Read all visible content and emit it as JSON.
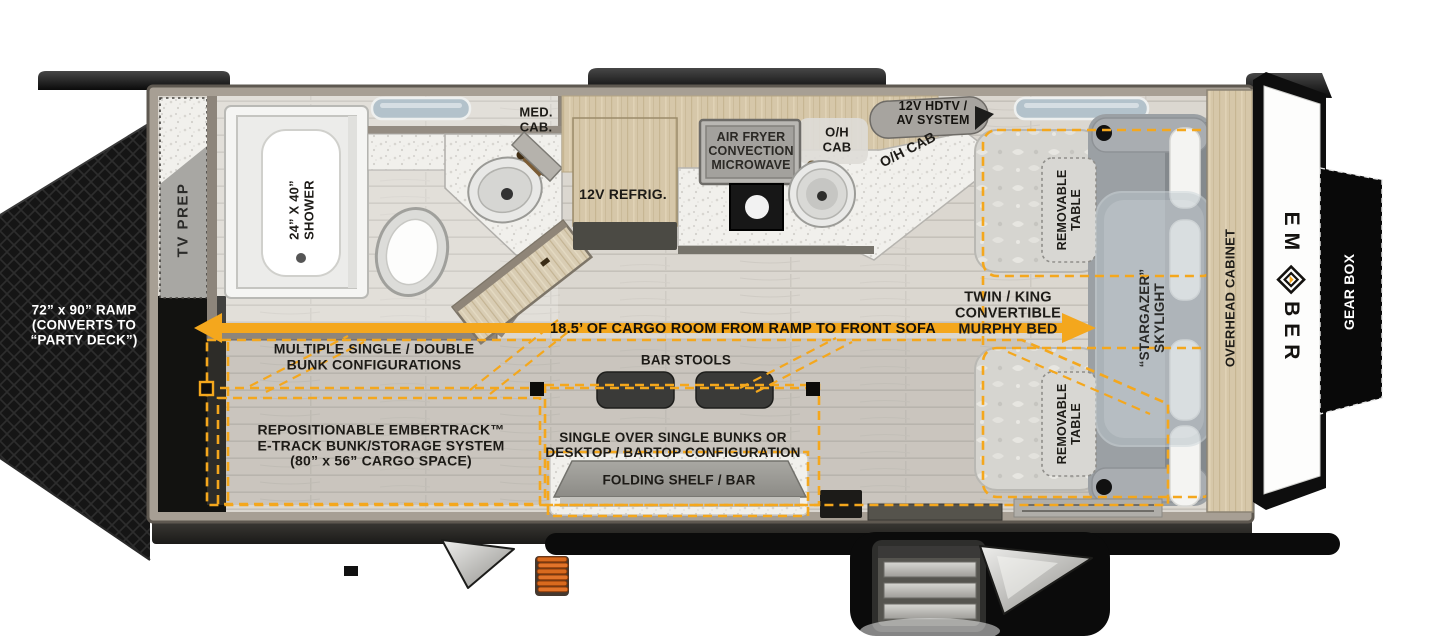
{
  "colors": {
    "accent": "#F4A71D",
    "label": "#1d1b17",
    "ramp_black": "#161616",
    "floor_wood": "#dbd7d0",
    "cabinet_wood": "#d6c7a9",
    "counter_speckle": "#f1f0ec"
  },
  "labels": {
    "ramp": "72” x 90” RAMP\n(CONVERTS TO\n“PARTY DECK”)",
    "tv_prep": "TV PREP",
    "shower": "24” X 40”\nSHOWER",
    "med_cab": "MED.\nCAB.",
    "refrig": "12V REFRIG.",
    "microwave": "AIR FRYER\nCONVECTION\nMICROWAVE",
    "oh_cab_hood": "O/H\nCAB",
    "oh_cab_diag": "O/H CAB",
    "hdtv": "12V HDTV /\nAV SYSTEM",
    "cargo_arrow": "18.5’ OF CARGO ROOM FROM RAMP TO FRONT SOFA",
    "bunk_config": "MULTIPLE SINGLE / DOUBLE\nBUNK CONFIGURATIONS",
    "embertrack": "REPOSITIONABLE EMBERTRACK™\nE-TRACK BUNK/STORAGE SYSTEM\n(80” x 56” CARGO SPACE)",
    "bar_stools": "BAR STOOLS",
    "single_bunks": "SINGLE OVER SINGLE BUNKS OR\nDESKTOP / BARTOP CONFIGURATION",
    "folding_shelf": "FOLDING SHELF / BAR",
    "murphy": "TWIN / KING\nCONVERTIBLE\nMURPHY BED",
    "removable_table": "REMOVABLE\nTABLE",
    "skylight": "“STARGAZER”\nSKYLIGHT",
    "overhead_cabinet": "OVERHEAD CABINET",
    "gear_box": "GEAR BOX",
    "brand_left": "EM",
    "brand_right": "BER"
  }
}
